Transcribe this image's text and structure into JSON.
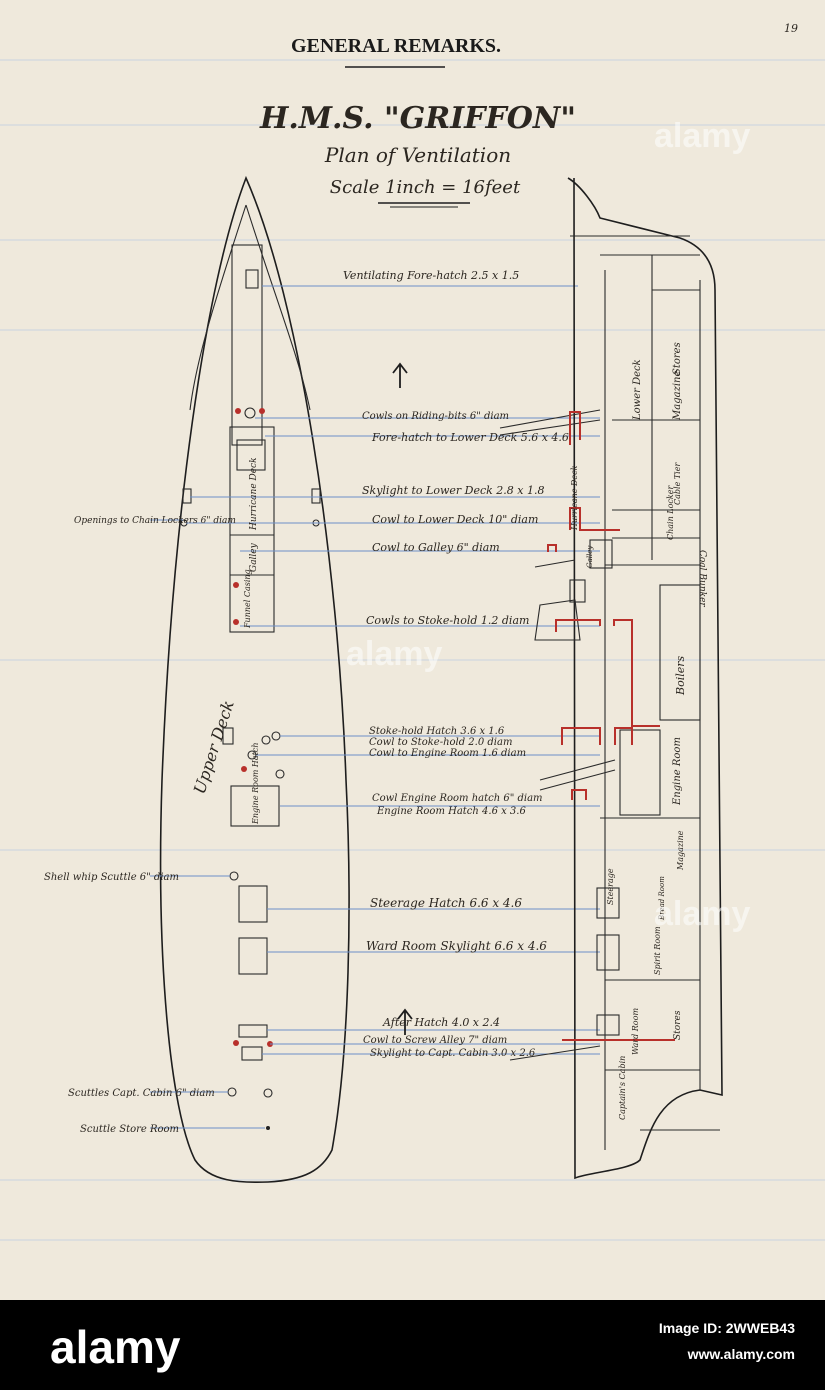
{
  "page": {
    "page_number": "19",
    "header": "GENERAL  REMARKS.",
    "ship": "H.M.S. \"GRIFFON\"",
    "plan_title": "Plan of Ventilation",
    "scale": "Scale 1inch = 16feet"
  },
  "plan_view": {
    "deck_label": "Upper Deck",
    "inner_labels": [
      "Hurricane Deck",
      "Galley",
      "Funnel Casing",
      "Engine Room Hatch"
    ]
  },
  "left_labels": [
    "Openings to Chain Lockers 6\" diam",
    "Shell whip Scuttle 6\" diam",
    "Scuttles Capt. Cabin 6\" diam",
    "Scuttle Store Room"
  ],
  "center_labels": [
    "Ventilating Fore-hatch 2.5 x 1.5",
    "Cowls on Riding-bits 6\" diam",
    "Fore-hatch to Lower Deck 5.6 x 4.6",
    "Skylight to Lower Deck 2.8 x 1.8",
    "Cowl to Lower Deck 10\" diam",
    "Cowl to Galley 6\" diam",
    "Cowls to Stoke-hold 1.2 diam",
    "Stoke-hold Hatch 3.6 x 1.6",
    "Cowl to Stoke-hold 2.0 diam",
    "Cowl to Engine Room 1.6 diam",
    "Cowl Engine Room hatch 6\" diam",
    "Engine Room Hatch 4.6 x 3.6",
    "Steerage Hatch 6.6 x 4.6",
    "Ward Room Skylight 6.6 x 4.6",
    "After Hatch 4.0 x 2.4",
    "Cowl to Screw Alley 7\" diam",
    "Skylight to Capt. Cabin 3.0 x 2.6"
  ],
  "profile_labels": [
    "Lower Deck",
    "Hurricane Deck",
    "Magazine",
    "Stores",
    "Cable Tier",
    "Chain Locker",
    "Coal Bunker",
    "Galley",
    "Boilers",
    "Engine Room",
    "Magazine",
    "Steerage",
    "Bread Room",
    "Spirit Room",
    "Ward Room",
    "Stores",
    "Captain's Cabin"
  ],
  "watermark": "alamy",
  "footer": {
    "logo": "alamy",
    "image_id": "Image ID: 2WWEB43",
    "site": "www.alamy.com"
  },
  "colors": {
    "paper": "#efe9dc",
    "ink": "#1e1e1e",
    "leader": "#6c8fc8",
    "duct": "#b8302b",
    "footer": "#000000"
  }
}
